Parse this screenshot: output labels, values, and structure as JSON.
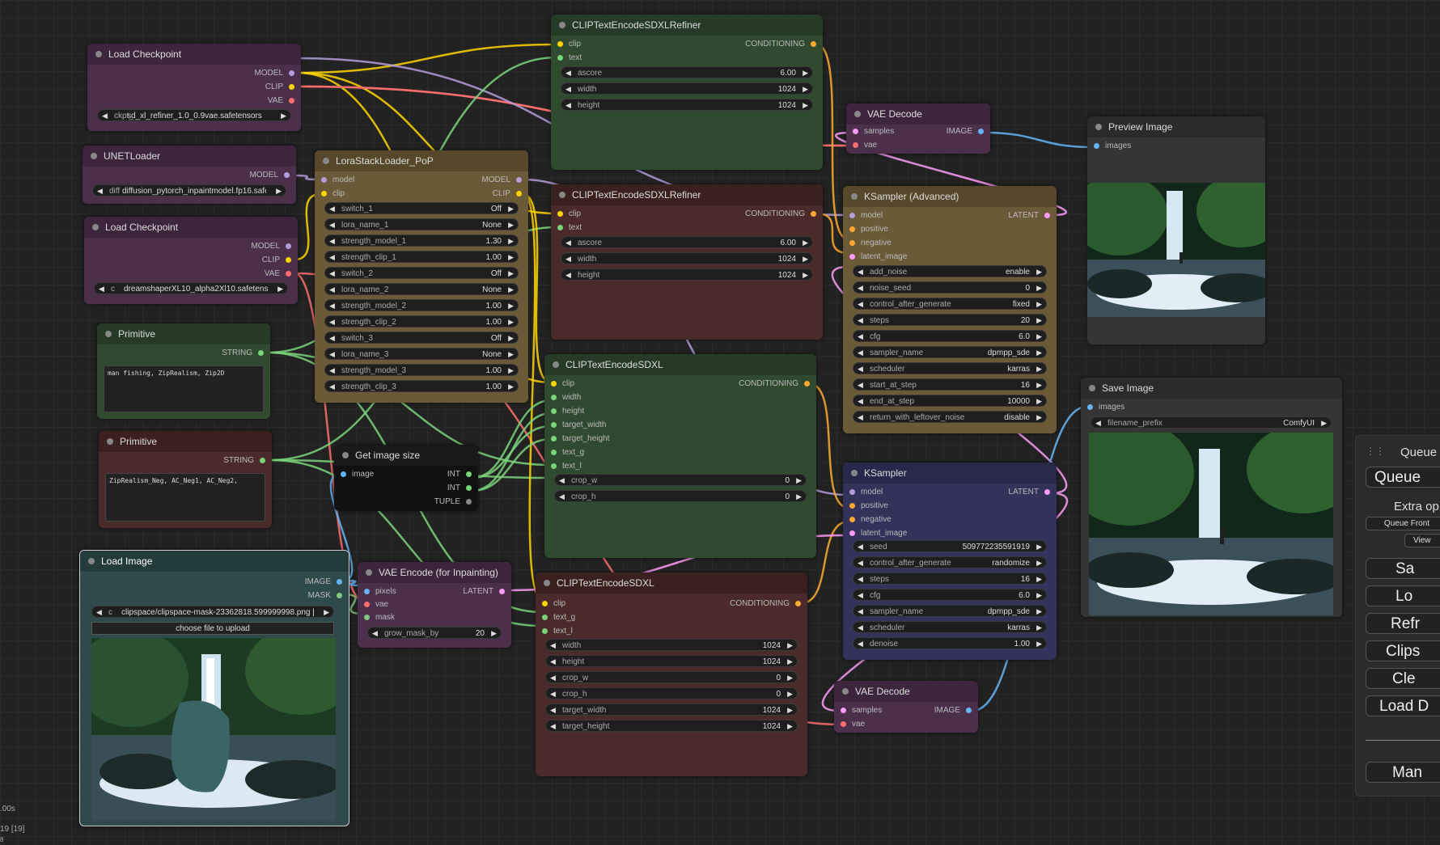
{
  "colors": {
    "clip": "#ffd500",
    "model": "#b39ddb",
    "vae": "#ff6e6e",
    "conditioning": "#ffa931",
    "latent": "#ff9cf9",
    "image": "#64b5f6",
    "mask": "#81c784",
    "string": "#7ad47a",
    "int": "#7ad47a",
    "tuple": "#888888",
    "text": "#7ad47a"
  },
  "nodes": {
    "ckpt1": {
      "title": "Load Checkpoint",
      "outputs": [
        "MODEL",
        "CLIP",
        "VAE"
      ],
      "widgets": [
        {
          "label": "ckpt_",
          "value": "sd_xl_refiner_1.0_0.9vae.safetensors"
        }
      ]
    },
    "unet": {
      "title": "UNETLoader",
      "outputs": [
        "MODEL"
      ],
      "widgets": [
        {
          "label": "diff",
          "value": "diffusion_pytorch_inpaintmodel.fp16.safetensors"
        }
      ]
    },
    "ckpt2": {
      "title": "Load Checkpoint",
      "outputs": [
        "MODEL",
        "CLIP",
        "VAE"
      ],
      "widgets": [
        {
          "label": "c",
          "value": "dreamshaperXL10_alpha2Xl10.safetensors"
        }
      ]
    },
    "prim1": {
      "title": "Primitive",
      "outputs": [
        "STRING"
      ],
      "text": "man fishing, ZipRealism, Zip2D"
    },
    "prim2": {
      "title": "Primitive",
      "outputs": [
        "STRING"
      ],
      "text": "ZipRealism_Neg, AC_Neg1, AC_Neg2,"
    },
    "lora": {
      "title": "LoraStackLoader_PoP",
      "inputs": [
        "model",
        "clip"
      ],
      "outputs": [
        "MODEL",
        "CLIP"
      ],
      "widgets": [
        {
          "label": "switch_1",
          "value": "Off"
        },
        {
          "label": "lora_name_1",
          "value": "None"
        },
        {
          "label": "strength_model_1",
          "value": "1.30"
        },
        {
          "label": "strength_clip_1",
          "value": "1.00"
        },
        {
          "label": "switch_2",
          "value": "Off"
        },
        {
          "label": "lora_name_2",
          "value": "None"
        },
        {
          "label": "strength_model_2",
          "value": "1.00"
        },
        {
          "label": "strength_clip_2",
          "value": "1.00"
        },
        {
          "label": "switch_3",
          "value": "Off"
        },
        {
          "label": "lora_name_3",
          "value": "None"
        },
        {
          "label": "strength_model_3",
          "value": "1.00"
        },
        {
          "label": "strength_clip_3",
          "value": "1.00"
        }
      ]
    },
    "getsize": {
      "title": "Get image size",
      "inputs": [
        "image"
      ],
      "outputs": [
        "INT",
        "INT",
        "TUPLE"
      ]
    },
    "loadimg": {
      "title": "Load Image",
      "outputs": [
        "IMAGE",
        "MASK"
      ],
      "widgets": [
        {
          "label": "c",
          "value": "clipspace/clipspace-mask-23362818.599999998.png [input]"
        }
      ],
      "upload": "choose file to upload"
    },
    "vaeenc": {
      "title": "VAE Encode (for Inpainting)",
      "inputs": [
        "pixels",
        "vae",
        "mask"
      ],
      "outputs": [
        "LATENT"
      ],
      "widgets": [
        {
          "label": "grow_mask_by",
          "value": "20"
        }
      ]
    },
    "refiner1": {
      "title": "CLIPTextEncodeSDXLRefiner",
      "inputs": [
        "clip",
        "text"
      ],
      "outputs": [
        "CONDITIONING"
      ],
      "widgets": [
        {
          "label": "ascore",
          "value": "6.00"
        },
        {
          "label": "width",
          "value": "1024"
        },
        {
          "label": "height",
          "value": "1024"
        }
      ]
    },
    "refiner2": {
      "title": "CLIPTextEncodeSDXLRefiner",
      "inputs": [
        "clip",
        "text"
      ],
      "outputs": [
        "CONDITIONING"
      ],
      "widgets": [
        {
          "label": "ascore",
          "value": "6.00"
        },
        {
          "label": "width",
          "value": "1024"
        },
        {
          "label": "height",
          "value": "1024"
        }
      ]
    },
    "sdxl1": {
      "title": "CLIPTextEncodeSDXL",
      "inputs": [
        "clip",
        "width",
        "height",
        "target_width",
        "target_height",
        "text_g",
        "text_l"
      ],
      "outputs": [
        "CONDITIONING"
      ],
      "widgets": [
        {
          "label": "crop_w",
          "value": "0"
        },
        {
          "label": "crop_h",
          "value": "0"
        }
      ]
    },
    "sdxl2": {
      "title": "CLIPTextEncodeSDXL",
      "inputs": [
        "clip",
        "text_g",
        "text_l"
      ],
      "outputs": [
        "CONDITIONING"
      ],
      "widgets": [
        {
          "label": "width",
          "value": "1024"
        },
        {
          "label": "height",
          "value": "1024"
        },
        {
          "label": "crop_w",
          "value": "0"
        },
        {
          "label": "crop_h",
          "value": "0"
        },
        {
          "label": "target_width",
          "value": "1024"
        },
        {
          "label": "target_height",
          "value": "1024"
        }
      ]
    },
    "vaedec1": {
      "title": "VAE Decode",
      "inputs": [
        "samples",
        "vae"
      ],
      "outputs": [
        "IMAGE"
      ]
    },
    "ksadv": {
      "title": "KSampler (Advanced)",
      "inputs": [
        "model",
        "positive",
        "negative",
        "latent_image"
      ],
      "outputs": [
        "LATENT"
      ],
      "widgets": [
        {
          "label": "add_noise",
          "value": "enable"
        },
        {
          "label": "noise_seed",
          "value": "0"
        },
        {
          "label": "control_after_generate",
          "value": "fixed"
        },
        {
          "label": "steps",
          "value": "20"
        },
        {
          "label": "cfg",
          "value": "6.0"
        },
        {
          "label": "sampler_name",
          "value": "dpmpp_sde"
        },
        {
          "label": "scheduler",
          "value": "karras"
        },
        {
          "label": "start_at_step",
          "value": "16"
        },
        {
          "label": "end_at_step",
          "value": "10000"
        },
        {
          "label": "return_with_leftover_noise",
          "value": "disable"
        }
      ]
    },
    "ks": {
      "title": "KSampler",
      "inputs": [
        "model",
        "positive",
        "negative",
        "latent_image"
      ],
      "outputs": [
        "LATENT"
      ],
      "widgets": [
        {
          "label": "seed",
          "value": "509772235591919"
        },
        {
          "label": "control_after_generate",
          "value": "randomize"
        },
        {
          "label": "steps",
          "value": "16"
        },
        {
          "label": "cfg",
          "value": "6.0"
        },
        {
          "label": "sampler_name",
          "value": "dpmpp_sde"
        },
        {
          "label": "scheduler",
          "value": "karras"
        },
        {
          "label": "denoise",
          "value": "1.00"
        }
      ]
    },
    "vaedec2": {
      "title": "VAE Decode",
      "inputs": [
        "samples",
        "vae"
      ],
      "outputs": [
        "IMAGE"
      ]
    },
    "preview": {
      "title": "Preview Image",
      "inputs": [
        "images"
      ]
    },
    "save": {
      "title": "Save Image",
      "inputs": [
        "images"
      ],
      "widgets": [
        {
          "label": "filename_prefix",
          "value": "ComfyUI"
        }
      ]
    }
  },
  "sidebar": {
    "title": "Queue",
    "queue_button": "Queue",
    "extra": "Extra op",
    "queue_front": "Queue Front",
    "view": "View",
    "buttons": [
      "Sa",
      "Lo",
      "Refr",
      "Clips",
      "Cle",
      "Load D",
      "Man"
    ]
  },
  "corner": {
    "time": ".00s",
    "count": "19 [19]",
    "small": "8"
  }
}
